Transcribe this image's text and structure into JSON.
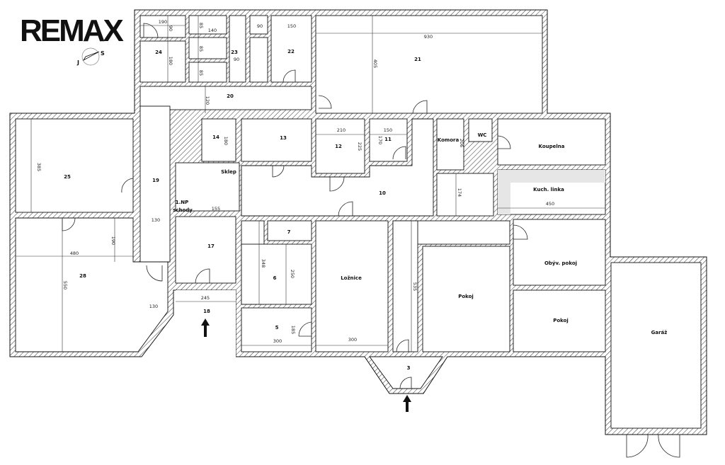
{
  "logo": "REMAX",
  "compass": {
    "south": "S",
    "north": "J"
  },
  "rooms": {
    "r24": "24",
    "r23": "23",
    "r22": "22",
    "r21": "21",
    "r20": "20",
    "r14": "14",
    "r13": "13",
    "r12": "12",
    "r11": "11",
    "komora": "Komora",
    "wc": "WC",
    "koupelna": "Koupelna",
    "r25": "25",
    "r19": "19",
    "sklep": "Sklep",
    "r10": "10",
    "kuch": "Kuch. linka",
    "schody1": "1.NP",
    "schody2": "schody",
    "r17": "17",
    "r7": "7",
    "obyv": "Obýv. pokoj",
    "r28": "28",
    "r6": "6",
    "loznice": "Ložnice",
    "pokoj1": "Pokoj",
    "pokoj2": "Pokoj",
    "r18": "18",
    "r5": "5",
    "garaz": "Garáž",
    "r3": "3"
  },
  "dims": [
    "190",
    "90",
    "180",
    "140",
    "85",
    "85",
    "85",
    "90",
    "90",
    "150",
    "930",
    "405",
    "120",
    "210",
    "225",
    "150",
    "170",
    "180",
    "385",
    "155",
    "130",
    "190",
    "480",
    "550",
    "130",
    "245",
    "348",
    "250",
    "185",
    "300",
    "300",
    "535",
    "206",
    "174",
    "450"
  ],
  "colors": {
    "wall": "#222222",
    "kitchen_counter": "#e6e6e6"
  }
}
